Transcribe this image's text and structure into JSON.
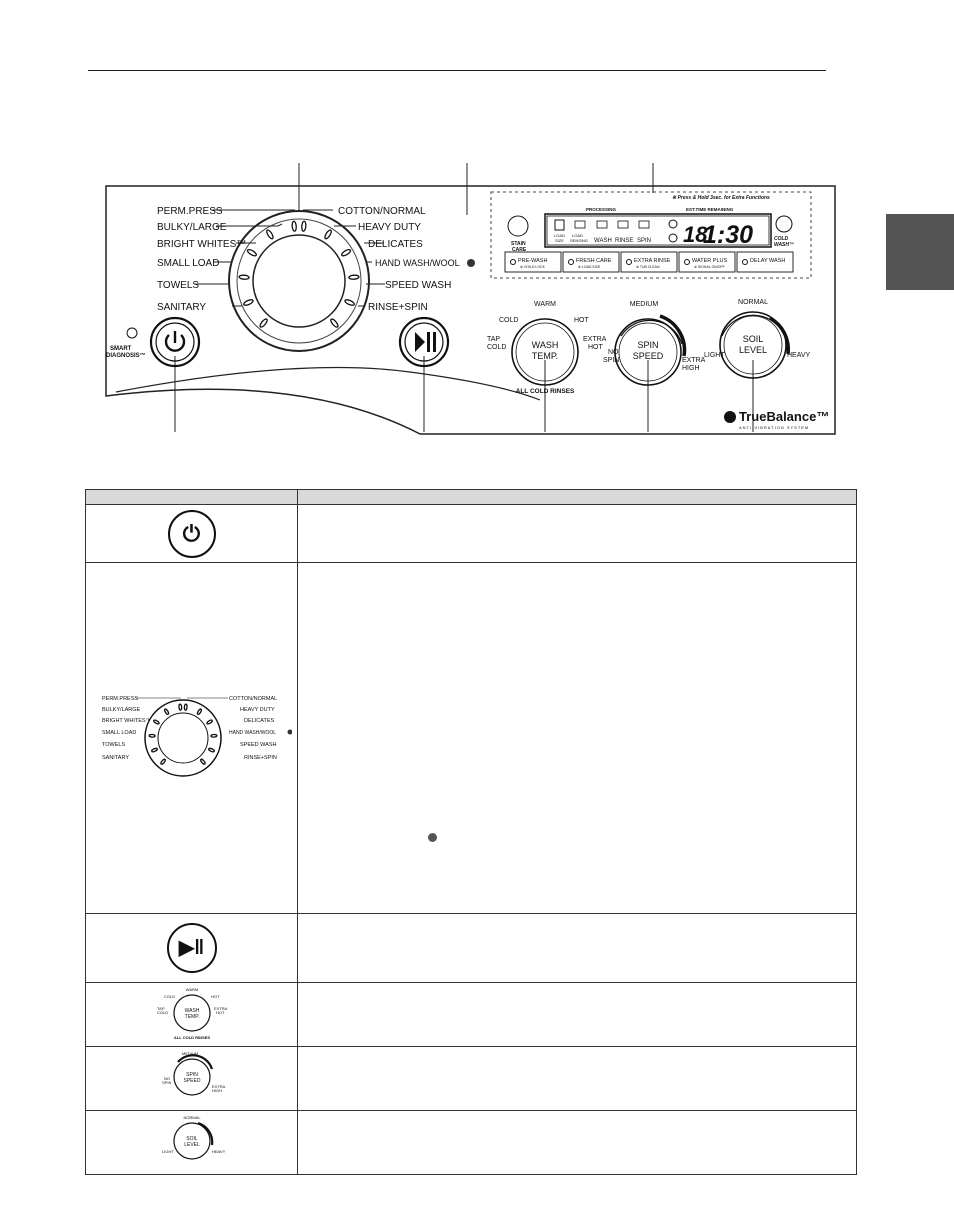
{
  "panel": {
    "cycles_left": [
      "PERM.PRESS",
      "BULKY/LARGE",
      "BRIGHT WHITES™",
      "SMALL LOAD",
      "TOWELS",
      "SANITARY"
    ],
    "cycles_right": [
      "COTTON/NORMAL",
      "HEAVY DUTY",
      "DELICATES",
      "HAND WASH/WOOL",
      "SPEED WASH",
      "RINSE+SPIN"
    ],
    "smart_diagnosis": [
      "SMART",
      "DIAGNOSIS™"
    ],
    "press_hold_note": "※ Press & Hold 3sec. for Extra Functions",
    "stain_care": [
      "STAIN",
      "CARE"
    ],
    "cold_wash": [
      "COLD",
      "WASH™"
    ],
    "display": {
      "processing_label": "PROCESSING",
      "time_label": "EST.TIME REMAINING",
      "load_size": [
        "LOAD",
        "SIZE"
      ],
      "load_sensing": [
        "LOAD",
        "SENSING"
      ],
      "stages": [
        "WASH",
        "RINSE",
        "SPIN"
      ],
      "time": "1:30"
    },
    "options": [
      {
        "label": "PRE-WASH",
        "sub": "※ CHILD LOCK"
      },
      {
        "label": "FRESH CARE",
        "sub": "※ LOAD SIZE"
      },
      {
        "label": "EXTRA RINSE",
        "sub": "※ TUB CLEAN"
      },
      {
        "label": "WATER PLUS",
        "sub": "※ SIGNAL ON/OFF"
      },
      {
        "label": "DELAY WASH",
        "sub": ""
      }
    ],
    "wash_temp": {
      "knob": [
        "WASH",
        "TEMP."
      ],
      "settings": {
        "warm": "WARM",
        "cold": "COLD",
        "hot": "HOT",
        "tap": [
          "TAP",
          "COLD"
        ],
        "extra": [
          "EXTRA",
          "HOT"
        ]
      },
      "caption": "ALL COLD RINSES"
    },
    "spin_speed": {
      "knob": [
        "SPIN",
        "SPEED"
      ],
      "settings": {
        "top": "MEDIUM",
        "left": [
          "NO",
          "SPIN"
        ],
        "right": [
          "EXTRA",
          "HIGH"
        ]
      }
    },
    "soil_level": {
      "knob": [
        "SOIL",
        "LEVEL"
      ],
      "settings": {
        "top": "NORMAL",
        "left": "LIGHT",
        "right": "HEAVY"
      }
    },
    "brand": {
      "name": "TrueBalance™",
      "tagline": "ANTI-VIBRATION SYSTEM"
    }
  },
  "colors": {
    "side_tab": "#555555",
    "header_bg": "#d9d9d9",
    "ink": "#111111"
  }
}
